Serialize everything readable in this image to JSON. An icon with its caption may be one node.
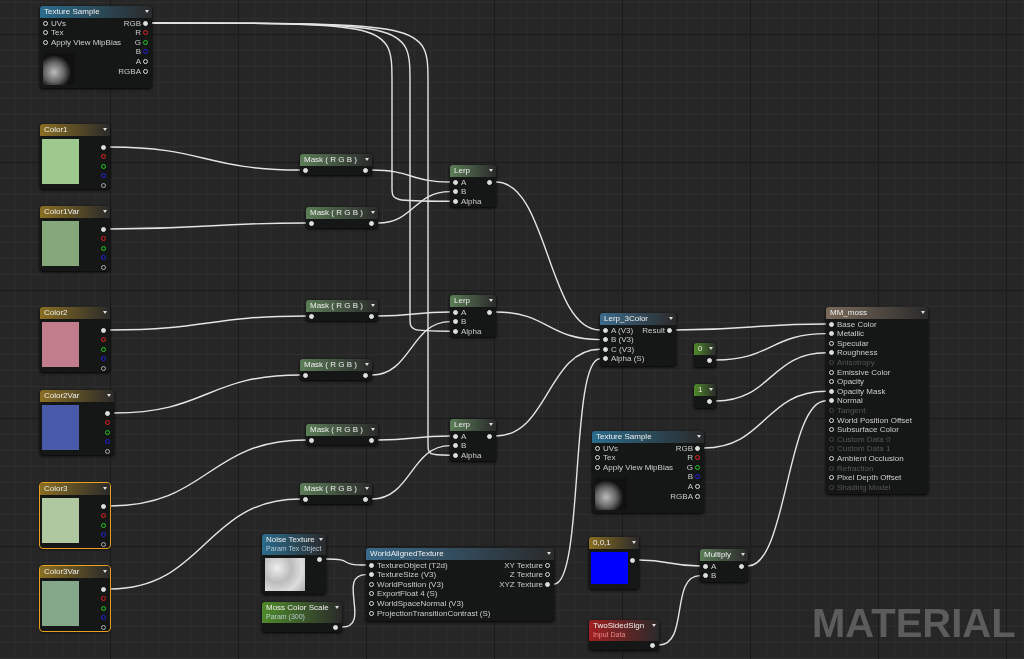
{
  "diagram": {
    "nodes": [
      {
        "text": [
          "Texture Sample",
          "UVs",
          "Tex",
          "Apply View MipBias",
          "RGB",
          "R",
          "G",
          "B",
          "A",
          "RGBA"
        ]
      },
      {
        "text": [
          "Color1"
        ]
      },
      {
        "text": [
          "Color1Var"
        ]
      },
      {
        "text": [
          "Color2"
        ]
      },
      {
        "text": [
          "Color2Var"
        ]
      },
      {
        "text": [
          "Color3"
        ]
      },
      {
        "text": [
          "Color3Var"
        ]
      },
      {
        "text": [
          "Mask ( R G B )"
        ]
      },
      {
        "text": [
          "Mask ( R G B )"
        ]
      },
      {
        "text": [
          "Mask ( R G B )"
        ]
      },
      {
        "text": [
          "Mask ( R G B )"
        ]
      },
      {
        "text": [
          "Mask ( R G B )"
        ]
      },
      {
        "text": [
          "Mask ( R G B )"
        ]
      },
      {
        "text": [
          "Lerp",
          "A",
          "B",
          "Alpha"
        ]
      },
      {
        "text": [
          "Lerp",
          "A",
          "B",
          "Alpha"
        ]
      },
      {
        "text": [
          "Lerp",
          "A",
          "B",
          "Alpha"
        ]
      },
      {
        "text": [
          "Noise Texture",
          "Param Tex Object"
        ]
      },
      {
        "text": [
          "Moss Color Scale",
          "Param (300)"
        ]
      },
      {
        "text": [
          "WorldAlignedTexture",
          "TextureObject (T2d)",
          "TextureSize (V3)",
          "WorldPosition (V3)",
          "ExportFloat 4 (S)",
          "WorldSpaceNormal (V3)",
          "ProjectionTransitionContrast (S)",
          "XY Texture",
          "Z Texture",
          "XYZ Texture"
        ]
      },
      {
        "text": [
          "Lerp_3Color",
          "A (V3)",
          "B (V3)",
          "C (V3)",
          "Alpha (S)",
          "Result"
        ]
      },
      {
        "text": [
          "0"
        ]
      },
      {
        "text": [
          "1"
        ]
      },
      {
        "text": [
          "Texture Sample",
          "UVs",
          "Tex",
          "Apply View MipBias",
          "RGB",
          "R",
          "G",
          "B",
          "A",
          "RGBA"
        ]
      },
      {
        "text": [
          "MM_moss",
          "Base Color",
          "Metallic",
          "Specular",
          "Roughness",
          "Anisotropy",
          "Emissive Color",
          "Opacity",
          "Opacity Mask",
          "Normal",
          "Tangent",
          "World Position Offset",
          "Subsurface Color",
          "Custom Data 0",
          "Custom Data 1",
          "Ambient Occlusion",
          "Refraction",
          "Pixel Depth Offset",
          "Shading Model"
        ]
      },
      {
        "text": [
          "0,0,1"
        ]
      },
      {
        "text": [
          "Multiply",
          "A",
          "B"
        ]
      },
      {
        "text": [
          "TwoSidedSign",
          "Input Data"
        ]
      }
    ],
    "edges": [
      {
        "from": 0,
        "to": 13,
        "arrow": "none"
      },
      {
        "from": 0,
        "to": 14,
        "arrow": "none"
      },
      {
        "from": 0,
        "to": 15,
        "arrow": "none"
      },
      {
        "from": 1,
        "to": 7,
        "arrow": "none"
      },
      {
        "from": 7,
        "to": 13,
        "arrow": "none"
      },
      {
        "from": 2,
        "to": 8,
        "arrow": "none"
      },
      {
        "from": 8,
        "to": 13,
        "arrow": "none"
      },
      {
        "from": 3,
        "to": 9,
        "arrow": "none"
      },
      {
        "from": 9,
        "to": 14,
        "arrow": "none"
      },
      {
        "from": 4,
        "to": 10,
        "arrow": "none"
      },
      {
        "from": 10,
        "to": 14,
        "arrow": "none"
      },
      {
        "from": 5,
        "to": 11,
        "arrow": "none"
      },
      {
        "from": 11,
        "to": 15,
        "arrow": "none"
      },
      {
        "from": 6,
        "to": 12,
        "arrow": "none"
      },
      {
        "from": 12,
        "to": 15,
        "arrow": "none"
      },
      {
        "from": 13,
        "to": 19,
        "arrow": "none"
      },
      {
        "from": 14,
        "to": 19,
        "arrow": "none"
      },
      {
        "from": 15,
        "to": 19,
        "arrow": "none"
      },
      {
        "from": 18,
        "to": 19,
        "arrow": "none"
      },
      {
        "from": 16,
        "to": 18,
        "arrow": "none"
      },
      {
        "from": 17,
        "to": 18,
        "arrow": "none"
      },
      {
        "from": 19,
        "to": 23,
        "arrow": "none"
      },
      {
        "from": 20,
        "to": 23,
        "arrow": "none"
      },
      {
        "from": 21,
        "to": 23,
        "arrow": "none"
      },
      {
        "from": 22,
        "to": 23,
        "arrow": "none"
      },
      {
        "from": 25,
        "to": 23,
        "arrow": "none"
      },
      {
        "from": 24,
        "to": 25,
        "arrow": "none"
      },
      {
        "from": 26,
        "to": 25,
        "arrow": "none"
      }
    ],
    "labels": [
      "MATERIAL"
    ]
  }
}
